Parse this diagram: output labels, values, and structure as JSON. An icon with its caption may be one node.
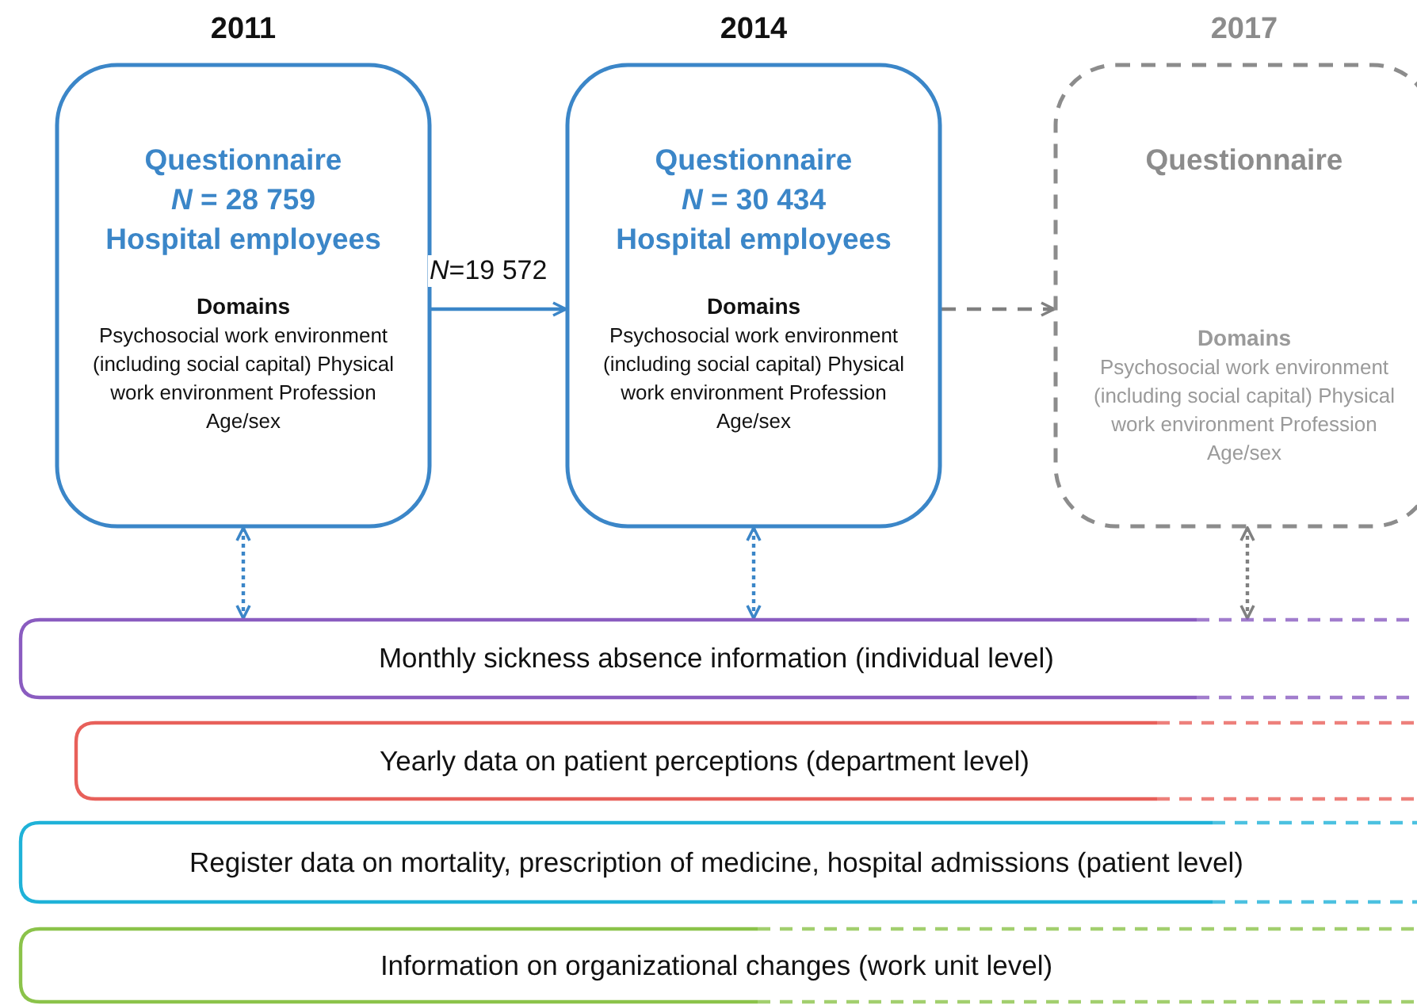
{
  "diagram": {
    "nodes": [
      {
        "text": [
          "2011",
          "Questionnaire",
          "*N* = 28 759",
          "Hospital employees",
          "Domains",
          "Psychosocial work environment (including social capital) Physical work environment Profession Age/sex"
        ]
      },
      {
        "text": [
          "2014",
          "Questionnaire",
          "*N* = 30 434",
          "Hospital employees",
          "Domains",
          "Psychosocial work environment (including social capital) Physical work environment Profession Age/sex"
        ]
      },
      {
        "text": [
          "2017",
          "Questionnaire",
          "Domains",
          "Psychosocial work environment (including social capital) Physical work environment Profession Age/sex"
        ]
      },
      {
        "text": [
          "Monthly sickness absence information (individual level)"
        ]
      },
      {
        "text": [
          "Yearly data on patient perceptions (department level)"
        ]
      },
      {
        "text": [
          "Register data on mortality, prescription of medicine, hospital admissions (patient level)"
        ]
      },
      {
        "text": [
          "Information on organizational changes (work unit level)"
        ]
      }
    ],
    "edges": [
      {
        "from": 0,
        "to": 1,
        "arrow": "to",
        "label": "*N*=19 572"
      },
      {
        "from": 1,
        "to": 2,
        "arrow": "to",
        "style": "dashed",
        "color": "#808080"
      },
      {
        "from": 0,
        "to": 3,
        "arrow": "both",
        "style": "dashed"
      },
      {
        "from": 1,
        "to": 3,
        "arrow": "both",
        "style": "dashed"
      },
      {
        "from": 2,
        "to": 3,
        "arrow": "both",
        "style": "dashed",
        "color": "#808080"
      }
    ]
  }
}
